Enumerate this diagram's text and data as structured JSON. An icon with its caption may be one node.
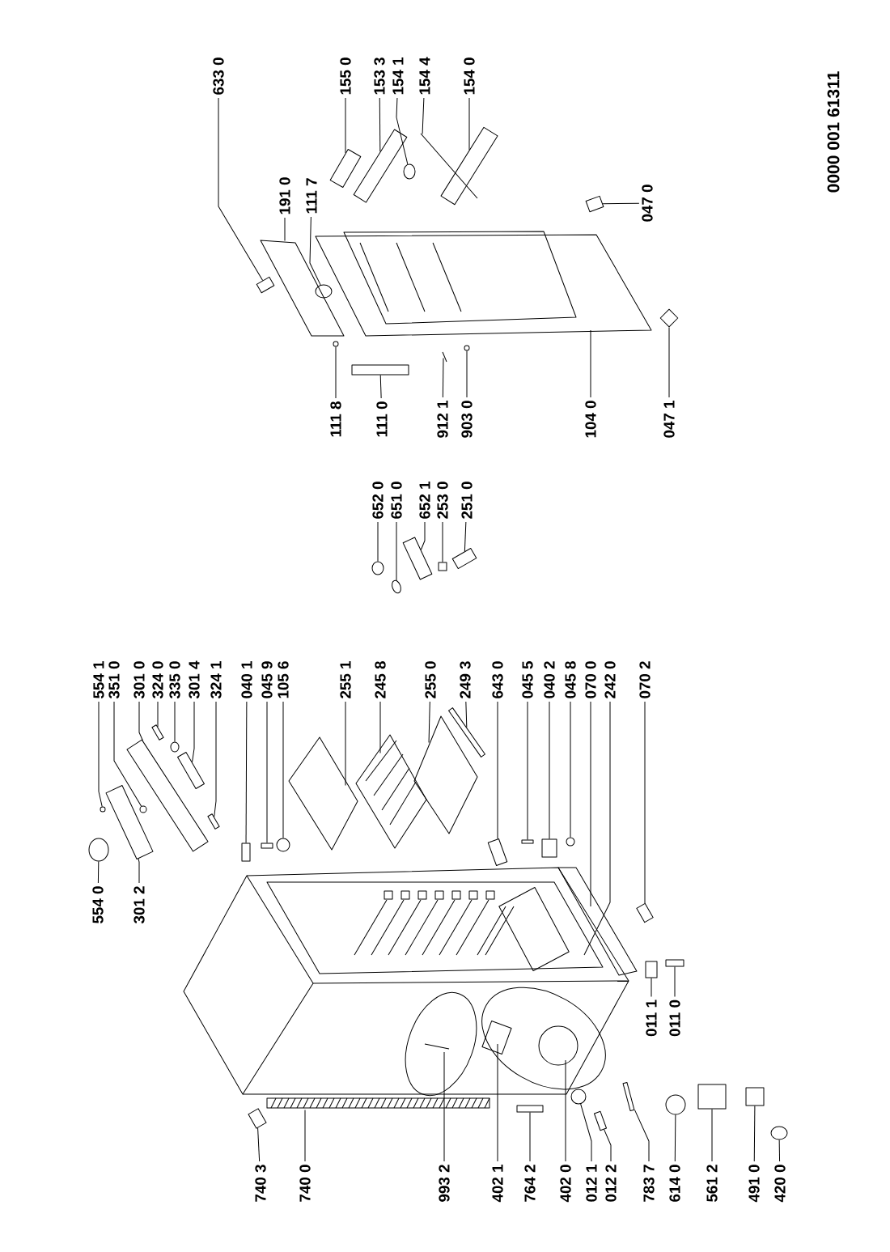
{
  "diagram": {
    "nodes": [
      {
        "text": [
          "633 0"
        ]
      },
      {
        "text": [
          "155 0"
        ]
      },
      {
        "text": [
          "153 3"
        ]
      },
      {
        "text": [
          "154 1"
        ]
      },
      {
        "text": [
          "154 4"
        ]
      },
      {
        "text": [
          "154 0"
        ]
      },
      {
        "text": [
          "191 0"
        ]
      },
      {
        "text": [
          "111 7"
        ]
      },
      {
        "text": [
          "047 0"
        ]
      },
      {
        "text": [
          "111 8"
        ]
      },
      {
        "text": [
          "111 0"
        ]
      },
      {
        "text": [
          "912 1"
        ]
      },
      {
        "text": [
          "903 0"
        ]
      },
      {
        "text": [
          "104 0"
        ]
      },
      {
        "text": [
          "047 1"
        ]
      },
      {
        "text": [
          "652 0"
        ]
      },
      {
        "text": [
          "651 0"
        ]
      },
      {
        "text": [
          "652 1"
        ]
      },
      {
        "text": [
          "253 0"
        ]
      },
      {
        "text": [
          "251 0"
        ]
      },
      {
        "text": [
          "554 1"
        ]
      },
      {
        "text": [
          "351 0"
        ]
      },
      {
        "text": [
          "301 0"
        ]
      },
      {
        "text": [
          "324 0"
        ]
      },
      {
        "text": [
          "335 0"
        ]
      },
      {
        "text": [
          "301 4"
        ]
      },
      {
        "text": [
          "324 1"
        ]
      },
      {
        "text": [
          "040 1"
        ]
      },
      {
        "text": [
          "045 9"
        ]
      },
      {
        "text": [
          "105 6"
        ]
      },
      {
        "text": [
          "255 1"
        ]
      },
      {
        "text": [
          "245 8"
        ]
      },
      {
        "text": [
          "255 0"
        ]
      },
      {
        "text": [
          "249 3"
        ]
      },
      {
        "text": [
          "643 0"
        ]
      },
      {
        "text": [
          "045 5"
        ]
      },
      {
        "text": [
          "040 2"
        ]
      },
      {
        "text": [
          "045 8"
        ]
      },
      {
        "text": [
          "070 0"
        ]
      },
      {
        "text": [
          "242 0"
        ]
      },
      {
        "text": [
          "070 2"
        ]
      },
      {
        "text": [
          "554 0"
        ]
      },
      {
        "text": [
          "301 2"
        ]
      },
      {
        "text": [
          "011 1"
        ]
      },
      {
        "text": [
          "011 0"
        ]
      },
      {
        "text": [
          "740 3"
        ]
      },
      {
        "text": [
          "740 0"
        ]
      },
      {
        "text": [
          "993 2"
        ]
      },
      {
        "text": [
          "402 1"
        ]
      },
      {
        "text": [
          "764 2"
        ]
      },
      {
        "text": [
          "402 0"
        ]
      },
      {
        "text": [
          "012 1"
        ]
      },
      {
        "text": [
          "012 2"
        ]
      },
      {
        "text": [
          "783 7"
        ]
      },
      {
        "text": [
          "614 0"
        ]
      },
      {
        "text": [
          "561 2"
        ]
      },
      {
        "text": [
          "491 0"
        ]
      },
      {
        "text": [
          "420 0"
        ]
      },
      {
        "text": [],
        "shape": "box"
      },
      {
        "text": [],
        "shape": "box"
      },
      {
        "text": [],
        "shape": "box"
      },
      {
        "text": [],
        "shape": "circle"
      },
      {
        "text": [],
        "shape": "picture"
      },
      {
        "text": [],
        "shape": "box"
      },
      {
        "text": [],
        "shape": "picture"
      },
      {
        "text": [],
        "shape": "circle"
      },
      {
        "text": [],
        "shape": "box"
      },
      {
        "text": [],
        "shape": "circle"
      },
      {
        "text": [],
        "shape": "box"
      },
      {
        "text": [],
        "shape": "picture"
      },
      {
        "text": [],
        "shape": "circle"
      },
      {
        "text": [],
        "shape": "diamond"
      },
      {
        "text": [],
        "shape": "circle"
      },
      {
        "text": [],
        "shape": "circle"
      },
      {
        "text": [],
        "shape": "box"
      },
      {
        "text": [],
        "shape": "box"
      },
      {
        "text": [],
        "shape": "box"
      },
      {
        "text": [],
        "shape": "circle"
      },
      {
        "text": [],
        "shape": "circle"
      },
      {
        "text": [],
        "shape": "box"
      },
      {
        "text": [],
        "shape": "box"
      },
      {
        "text": [],
        "shape": "circle"
      },
      {
        "text": [],
        "shape": "box"
      },
      {
        "text": [],
        "shape": "box"
      },
      {
        "text": [],
        "shape": "box"
      },
      {
        "text": [],
        "shape": "box"
      },
      {
        "text": [],
        "shape": "circle"
      },
      {
        "text": [],
        "shape": "picture"
      },
      {
        "text": [],
        "shape": "picture"
      },
      {
        "text": [],
        "shape": "picture"
      },
      {
        "text": [],
        "shape": "box"
      },
      {
        "text": [],
        "shape": "box"
      },
      {
        "text": [],
        "shape": "box"
      },
      {
        "text": [],
        "shape": "box"
      },
      {
        "text": [],
        "shape": "circle"
      },
      {
        "text": [],
        "shape": "box"
      },
      {
        "text": [],
        "shape": "circle"
      },
      {
        "text": [],
        "shape": "box"
      },
      {
        "text": [],
        "shape": "box"
      },
      {
        "text": [],
        "shape": "box"
      },
      {
        "text": [],
        "shape": "box"
      },
      {
        "text": [],
        "shape": "picture"
      },
      {
        "text": [],
        "shape": "box"
      },
      {
        "text": [],
        "shape": "circle"
      },
      {
        "text": [],
        "shape": "box"
      },
      {
        "text": [],
        "shape": "box"
      },
      {
        "text": [],
        "shape": "circle"
      },
      {
        "text": [],
        "shape": "box"
      },
      {
        "text": [],
        "shape": "box"
      },
      {
        "text": [],
        "shape": "circle"
      }
    ],
    "edges": [
      {
        "from": 0,
        "to": 58,
        "arrow": "none"
      },
      {
        "from": 1,
        "to": 59,
        "arrow": "none"
      },
      {
        "from": 2,
        "to": 60,
        "arrow": "none"
      },
      {
        "from": 3,
        "to": 61,
        "arrow": "none"
      },
      {
        "from": 4,
        "to": 62,
        "arrow": "none"
      },
      {
        "from": 5,
        "to": 63,
        "arrow": "none"
      },
      {
        "from": 6,
        "to": 64,
        "arrow": "none"
      },
      {
        "from": 7,
        "to": 65,
        "arrow": "none"
      },
      {
        "from": 8,
        "to": 66,
        "arrow": "none"
      },
      {
        "from": 9,
        "to": 67,
        "arrow": "none"
      },
      {
        "from": 10,
        "to": 68,
        "arrow": "none"
      },
      {
        "from": 11,
        "to": 69,
        "arrow": "none"
      },
      {
        "from": 12,
        "to": 70,
        "arrow": "none"
      },
      {
        "from": 13,
        "to": null,
        "arrow": "none"
      },
      {
        "from": 14,
        "to": 71,
        "arrow": "none"
      },
      {
        "from": 15,
        "to": 72,
        "arrow": "none"
      },
      {
        "from": 16,
        "to": 73,
        "arrow": "none"
      },
      {
        "from": 17,
        "to": 74,
        "arrow": "none"
      },
      {
        "from": 18,
        "to": 75,
        "arrow": "none"
      },
      {
        "from": 19,
        "to": 76,
        "arrow": "none"
      },
      {
        "from": 20,
        "to": 77,
        "arrow": "none"
      },
      {
        "from": 21,
        "to": 78,
        "arrow": "none"
      },
      {
        "from": 22,
        "to": 79,
        "arrow": "none"
      },
      {
        "from": 23,
        "to": 80,
        "arrow": "none"
      },
      {
        "from": 24,
        "to": 81,
        "arrow": "none"
      },
      {
        "from": 25,
        "to": 82,
        "arrow": "none"
      },
      {
        "from": 26,
        "to": 83,
        "arrow": "none"
      },
      {
        "from": 27,
        "to": 84,
        "arrow": "none"
      },
      {
        "from": 28,
        "to": 85,
        "arrow": "none"
      },
      {
        "from": 29,
        "to": 86,
        "arrow": "none"
      },
      {
        "from": 30,
        "to": 87,
        "arrow": "none"
      },
      {
        "from": 31,
        "to": 88,
        "arrow": "none"
      },
      {
        "from": 32,
        "to": 89,
        "arrow": "none"
      },
      {
        "from": 33,
        "to": 90,
        "arrow": "none"
      },
      {
        "from": 34,
        "to": 91,
        "arrow": "none"
      },
      {
        "from": 35,
        "to": 92,
        "arrow": "none"
      },
      {
        "from": 36,
        "to": 93,
        "arrow": "none"
      },
      {
        "from": 37,
        "to": 94,
        "arrow": "none"
      },
      {
        "from": 38,
        "to": null,
        "arrow": "none"
      },
      {
        "from": 39,
        "to": null,
        "arrow": "none"
      },
      {
        "from": 40,
        "to": 95,
        "arrow": "none"
      },
      {
        "from": 41,
        "to": 96,
        "arrow": "none"
      },
      {
        "from": 42,
        "to": 97,
        "arrow": "none"
      },
      {
        "from": 43,
        "to": 98,
        "arrow": "none"
      },
      {
        "from": 44,
        "to": 99,
        "arrow": "none"
      },
      {
        "from": 45,
        "to": 100,
        "arrow": "none"
      },
      {
        "from": 46,
        "to": 101,
        "arrow": "none"
      },
      {
        "from": 47,
        "to": null,
        "arrow": "none"
      },
      {
        "from": 48,
        "to": null,
        "arrow": "none"
      },
      {
        "from": 49,
        "to": 102,
        "arrow": "none"
      },
      {
        "from": 50,
        "to": null,
        "arrow": "none"
      },
      {
        "from": 51,
        "to": 103,
        "arrow": "none"
      },
      {
        "from": 52,
        "to": 104,
        "arrow": "none"
      },
      {
        "from": 53,
        "to": 105,
        "arrow": "none"
      },
      {
        "from": 54,
        "to": 106,
        "arrow": "none"
      },
      {
        "from": 55,
        "to": 107,
        "arrow": "none"
      },
      {
        "from": 56,
        "to": 108,
        "arrow": "none"
      },
      {
        "from": 57,
        "to": 109,
        "arrow": "none"
      }
    ],
    "labels": [
      "0000 001 61311"
    ]
  }
}
